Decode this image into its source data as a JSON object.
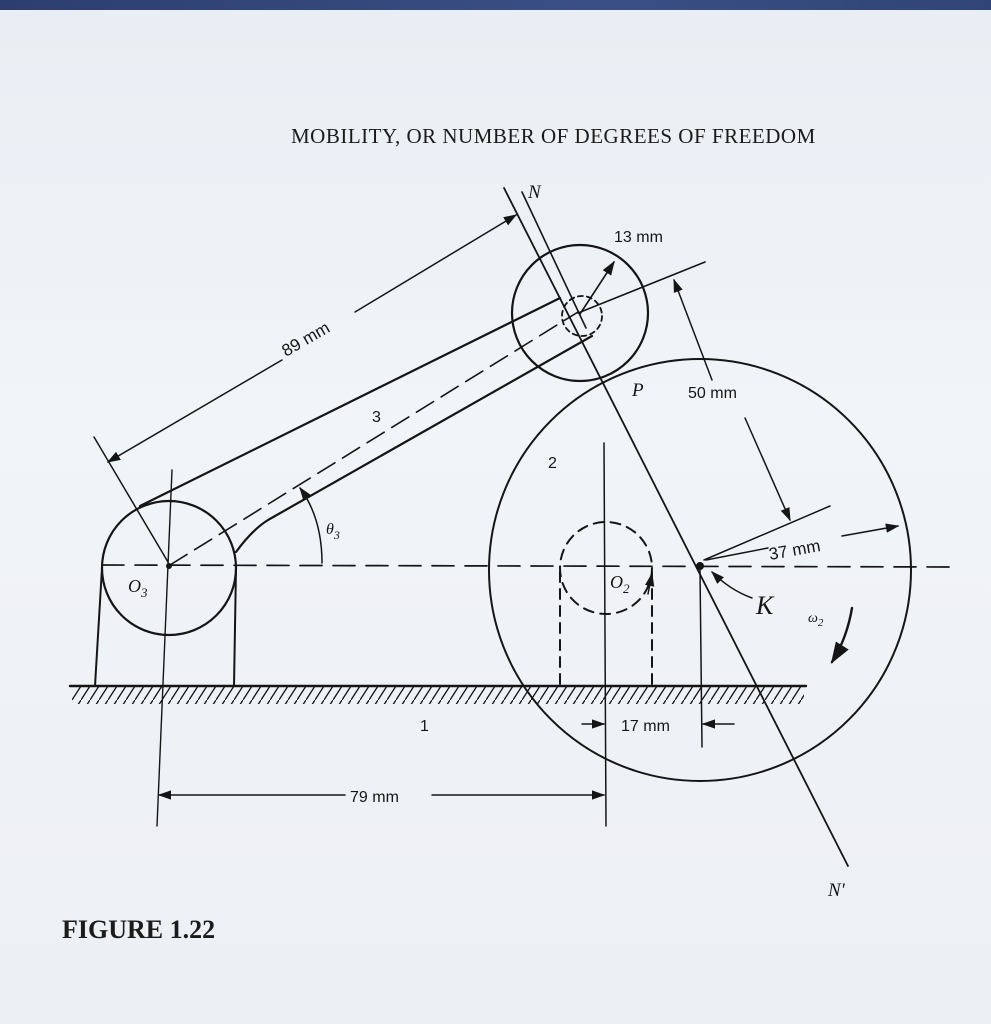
{
  "header": {
    "running_head": "MOBILITY, OR NUMBER OF DEGREES OF FREEDOM"
  },
  "figure": {
    "caption": "FIGURE 1.22"
  },
  "labels": {
    "n_top": "N",
    "n_bottom": "N'",
    "p": "P",
    "k": "K",
    "o3": "O",
    "o3_sub": "3",
    "o2": "O",
    "o2_sub": "2",
    "theta3": "θ",
    "theta3_sub": "3",
    "omega2": "ω",
    "omega2_sub": "2",
    "link_1": "1",
    "link_2": "2",
    "link_3": "3"
  },
  "dimensions": {
    "d89": "89 mm",
    "d13": "13 mm",
    "d50": "50 mm",
    "d37": "37 mm",
    "d17": "17 mm",
    "d79": "79 mm"
  },
  "colors": {
    "ink": "#151515",
    "paper": "#eef2f6",
    "strip": "#33467a"
  }
}
